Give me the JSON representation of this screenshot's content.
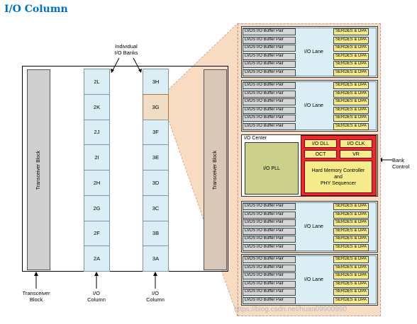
{
  "title": "I/O Column",
  "labels": {
    "individual_banks": [
      "Individual",
      "I/O Banks"
    ],
    "transceiver_block": [
      "Transceiver",
      "Block"
    ],
    "io_column": [
      "I/O",
      "Column"
    ],
    "bank_control": [
      "Bank",
      "Control"
    ],
    "transceiver_block_vertical": "Transceiver Block"
  },
  "column_left_banks": [
    "2L",
    "2K",
    "2J",
    "2I",
    "2H",
    "2G",
    "2F",
    "2A"
  ],
  "column_right_banks": [
    "3H",
    "3G",
    "3F",
    "3E",
    "3D",
    "3C",
    "3B",
    "3A"
  ],
  "lane": {
    "lvds": "LVDS I/O Buffer Pair",
    "serdes": "SERDES & DPA",
    "label": "I/O Lane"
  },
  "io_center": {
    "label": "I/O Center",
    "pll": "I/O PLL",
    "dll": "I/O DLL",
    "clk": "I/O CLK",
    "oct": "OCT",
    "vr": "VR",
    "hmc": [
      "Hard Memory Controller",
      "and",
      "PHY Sequencer"
    ]
  },
  "watermark": "https://blog.csdn.net/huan09900990"
}
